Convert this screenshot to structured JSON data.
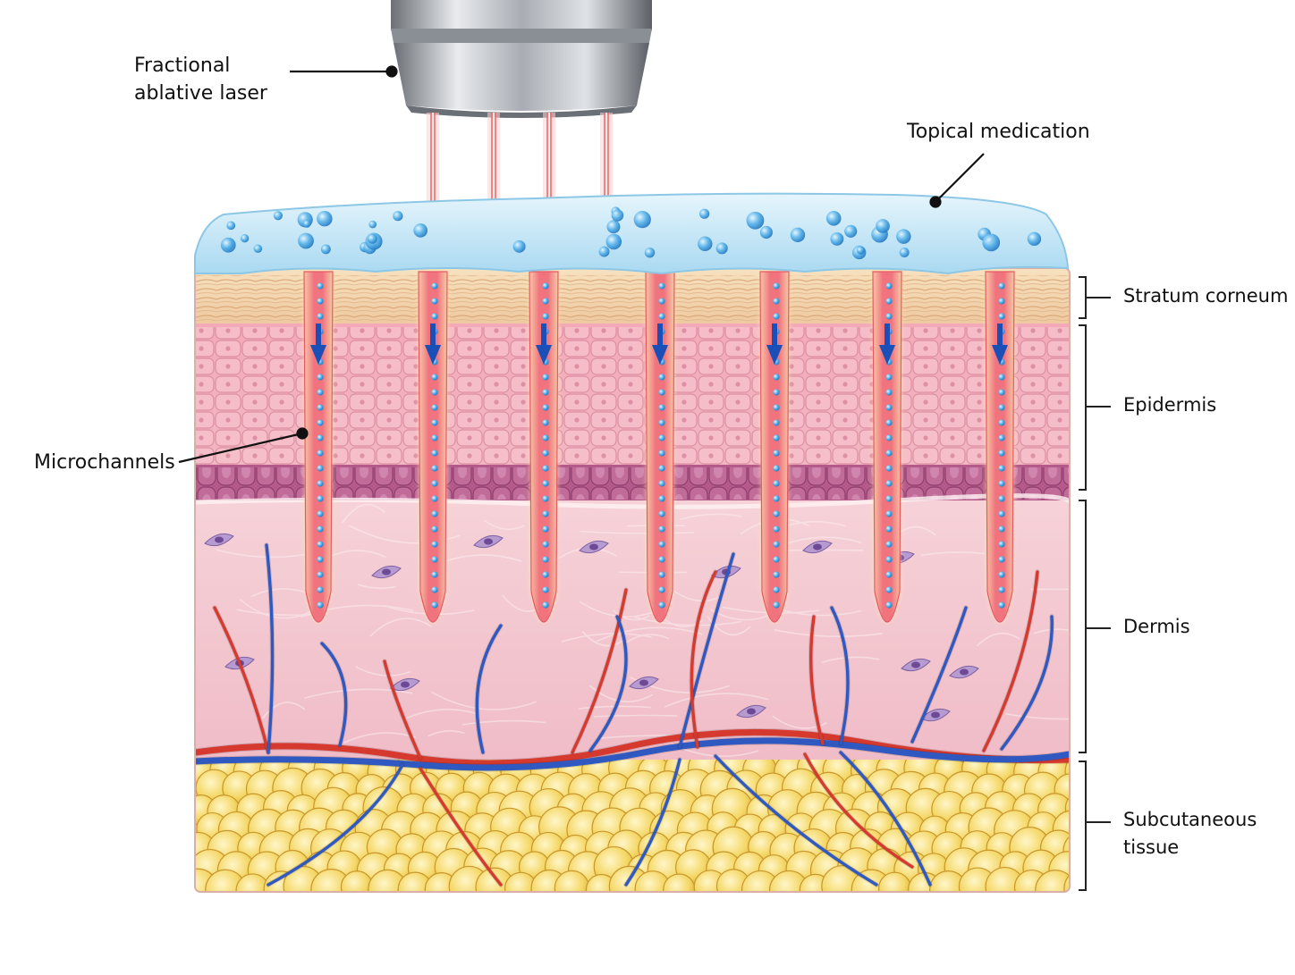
{
  "labels": {
    "laser_line1": "Fractional",
    "laser_line2": "ablative laser",
    "topical": "Topical medication",
    "microchannels": "Microchannels",
    "stratum_corneum": "Stratum corneum",
    "epidermis": "Epidermis",
    "dermis": "Dermis",
    "subcutaneous_line1": "Subcutaneous",
    "subcutaneous_line2": "tissue"
  },
  "colors": {
    "gel": "#bfe4f6",
    "gel_droplet": "#4aa8e0",
    "laser_beam": "#f06a6a",
    "stratum_corneum": "#f3d3a6",
    "epidermis": "#f4b4c0",
    "basal_layer": "#b85d8e",
    "dermis": "#f4c6cf",
    "channel": "#f38f98",
    "channel_arrow": "#1b4fb8",
    "artery": "#d63a2f",
    "vein": "#2f58c0",
    "fat": "#f6d86a",
    "handpiece": "#b8bcc2"
  },
  "channel_count": 7,
  "laser_beam_count": 4
}
